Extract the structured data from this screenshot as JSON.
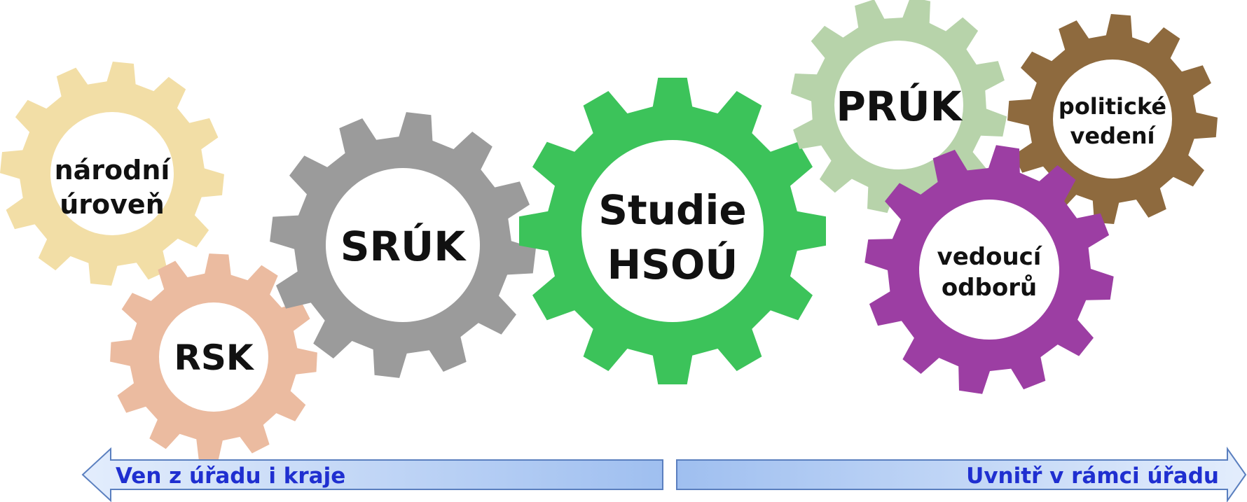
{
  "gears": [
    {
      "id": "narodni",
      "lines": [
        "národní",
        "úroveň"
      ],
      "color": "#f2dea6"
    },
    {
      "id": "rsk",
      "lines": [
        "RSK"
      ],
      "color": "#ebbba0"
    },
    {
      "id": "sruk",
      "lines": [
        "SRÚK"
      ],
      "color": "#9b9b9b"
    },
    {
      "id": "studie",
      "lines": [
        "Studie",
        "HSOÚ"
      ],
      "color": "#3cc35a"
    },
    {
      "id": "pruk",
      "lines": [
        "PRÚK"
      ],
      "color": "#b7d3aa"
    },
    {
      "id": "politicke",
      "lines": [
        "politické",
        "vedení"
      ],
      "color": "#8e6a3e"
    },
    {
      "id": "vedouci",
      "lines": [
        "vedoucí",
        "odborů"
      ],
      "color": "#9c3ea3"
    }
  ],
  "arrows": {
    "left_label": "Ven z úřadu i kraje",
    "right_label": "Uvnitř v rámci úřadu"
  },
  "colors": {
    "arrow_fill_light": "#dce8fb",
    "arrow_fill_dark": "#93b6ec",
    "arrow_stroke": "#5a7fbf",
    "arrow_text": "#1f2fd0"
  }
}
